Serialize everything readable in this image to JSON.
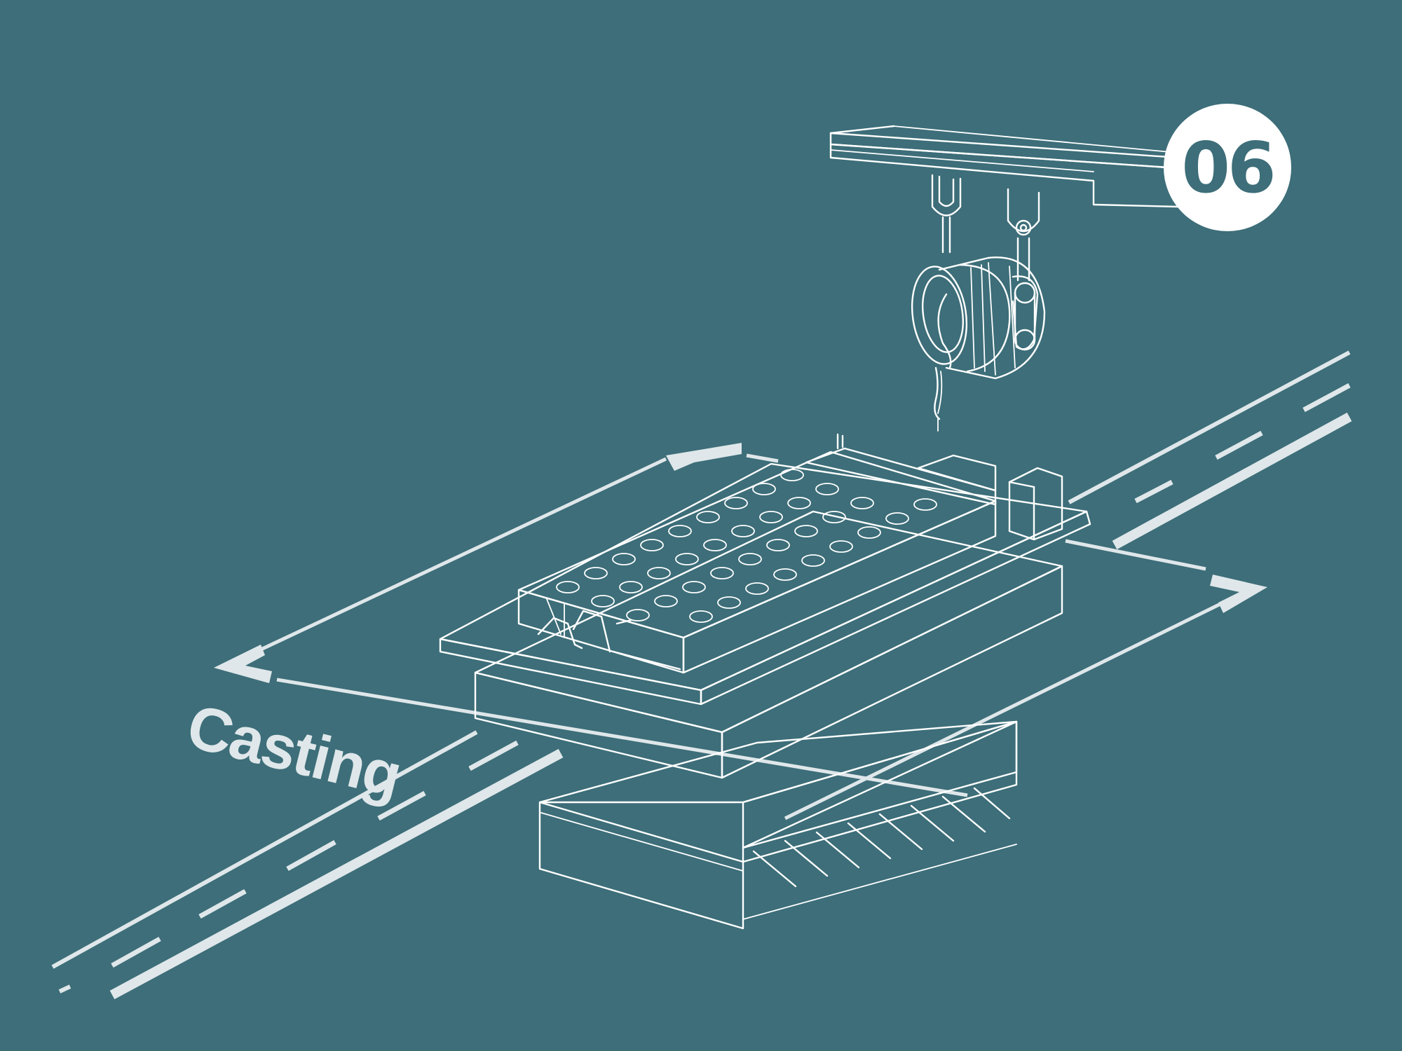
{
  "step": {
    "number": "06",
    "title": "Casting"
  },
  "colors": {
    "background": "#3d6e79",
    "line_art": "#ffffff",
    "accent_light": "#dfe7ea"
  },
  "icons": {
    "illustration": "casting-machine-illustration",
    "ladle": "ladle-icon",
    "overhead_rail": "overhead-rail-icon"
  }
}
